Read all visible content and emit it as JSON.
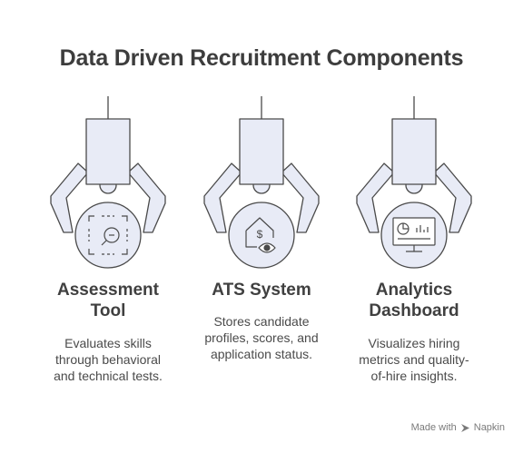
{
  "title": "Data Driven Recruitment Components",
  "components": [
    {
      "heading_line1": "Assessment",
      "heading_line2": "Tool",
      "desc_lines": [
        "Evaluates skills",
        "through behavioral",
        "and technical tests."
      ],
      "icon": "magnifier-scan-icon"
    },
    {
      "heading_line1": "ATS System",
      "heading_line2": "",
      "desc_lines": [
        "Stores candidate",
        "profiles, scores, and",
        "application status."
      ],
      "icon": "house-dollar-eye-icon"
    },
    {
      "heading_line1": "Analytics",
      "heading_line2": "Dashboard",
      "desc_lines": [
        "Visualizes hiring",
        "metrics and quality-",
        "of-hire insights."
      ],
      "icon": "monitor-chart-icon"
    }
  ],
  "footer": {
    "made_with": "Made with",
    "brand": "Napkin"
  },
  "colors": {
    "fill": "#e8ebf6",
    "stroke": "#4a4a4a",
    "text": "#3f3f3f"
  }
}
